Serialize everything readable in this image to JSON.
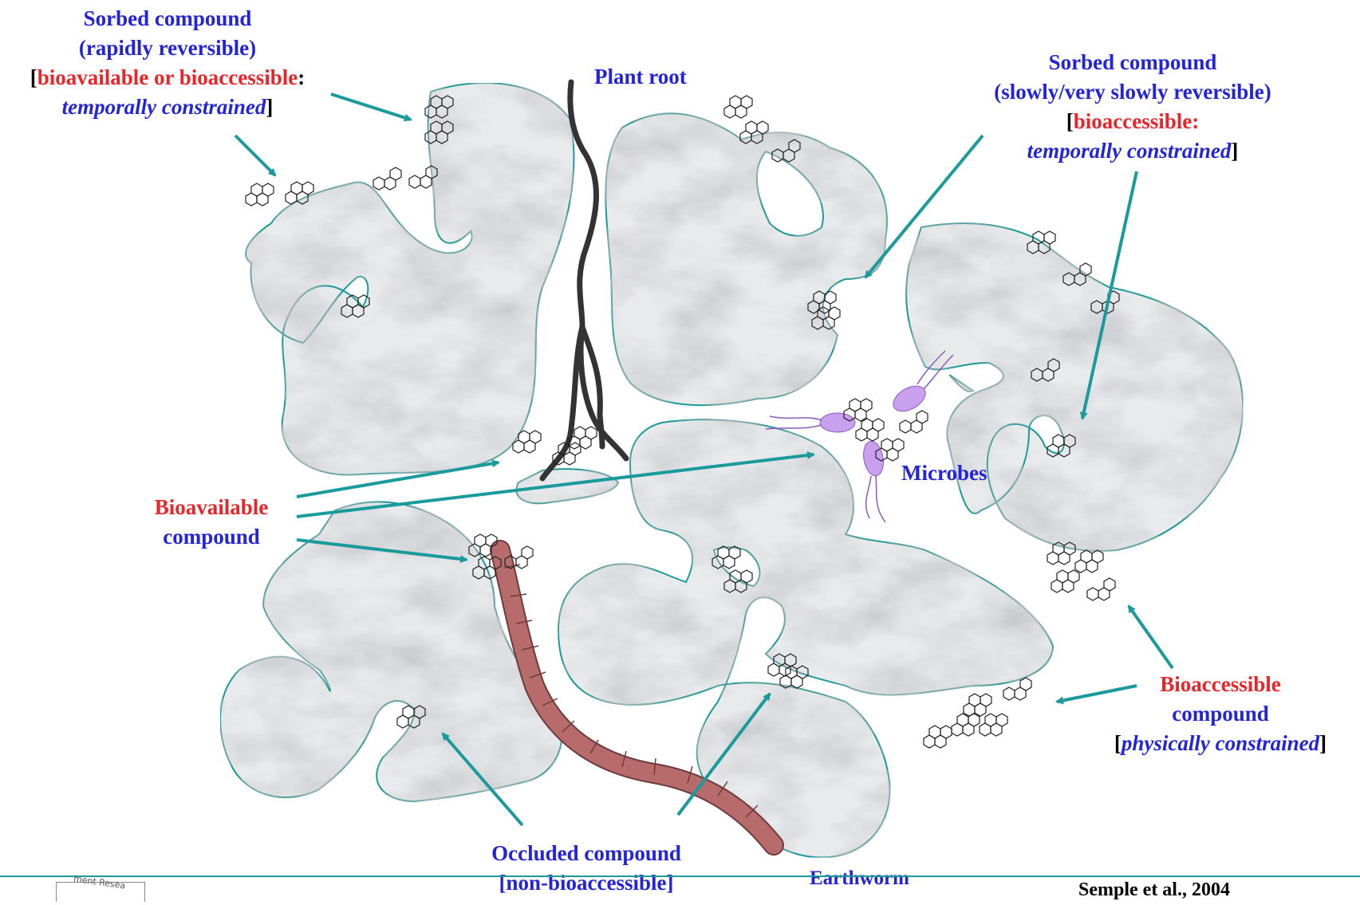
{
  "labels": {
    "sorbed_fast": {
      "line1": "Sorbed compound",
      "line2": "(rapidly reversible)",
      "line3_open": "[",
      "line3_red": "bioavailable or bioaccessible",
      "line3_colon": ":",
      "line4_italic": "temporally constrained",
      "line4_close": "]"
    },
    "plant_root": "Plant root",
    "sorbed_slow": {
      "line1": "Sorbed compound",
      "line2": "(slowly/very slowly reversible)",
      "line3_open": "[",
      "line3_red": "bioaccessible:",
      "line4_italic": "temporally constrained",
      "line4_close": "]"
    },
    "microbes": "Microbes",
    "bioavailable": {
      "line1": "Bioavailable",
      "line2": "compound"
    },
    "bioaccessible": {
      "line1": "Bioaccessible",
      "line2": "compound",
      "line3_open": "[",
      "line3_italic": "physically constrained",
      "line3_close": "]"
    },
    "occluded": {
      "line1": "Occluded compound",
      "line2": "[non-bioaccessible]"
    },
    "earthworm": "Earthworm",
    "citation": "Semple et al., 2004",
    "logo_text": "ment Resea"
  },
  "colors": {
    "arrow": "#1a9a9a",
    "particle_outline": "#1a9a9a",
    "particle_fill": "#e6e8ea",
    "root": "#333333",
    "microbe": "#c8a0ee",
    "earthworm": "#b86b6b",
    "blue_text": "#2323d8",
    "red_text": "#e8262a"
  }
}
